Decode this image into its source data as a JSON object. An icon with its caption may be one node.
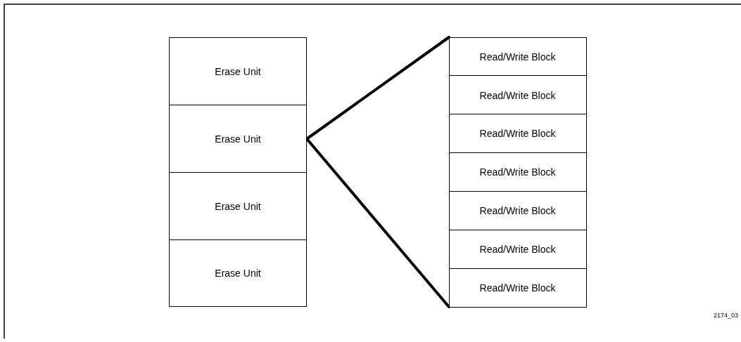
{
  "diagram": {
    "nodes": [
      {
        "text": [
          "Erase Unit"
        ]
      },
      {
        "text": [
          "Erase Unit"
        ]
      },
      {
        "text": [
          "Erase Unit"
        ]
      },
      {
        "text": [
          "Erase Unit"
        ]
      },
      {
        "text": [],
        "shape": "box"
      },
      {
        "text": [
          "Read/Write Block"
        ],
        "in": 4
      },
      {
        "text": [
          "Read/Write Block"
        ],
        "in": 4
      },
      {
        "text": [
          "Read/Write Block"
        ],
        "in": 4
      },
      {
        "text": [
          "Read/Write Block"
        ],
        "in": 4
      },
      {
        "text": [
          "Read/Write Block"
        ],
        "in": 4
      },
      {
        "text": [
          "Read/Write Block"
        ],
        "in": 4
      },
      {
        "text": [
          "Read/Write Block"
        ],
        "in": 4
      }
    ],
    "edges": [
      {
        "from": 1,
        "to": 4,
        "arrow": "none"
      },
      {
        "from": 1,
        "to": 4,
        "arrow": "none"
      }
    ],
    "labels": [
      "2174_03"
    ]
  }
}
